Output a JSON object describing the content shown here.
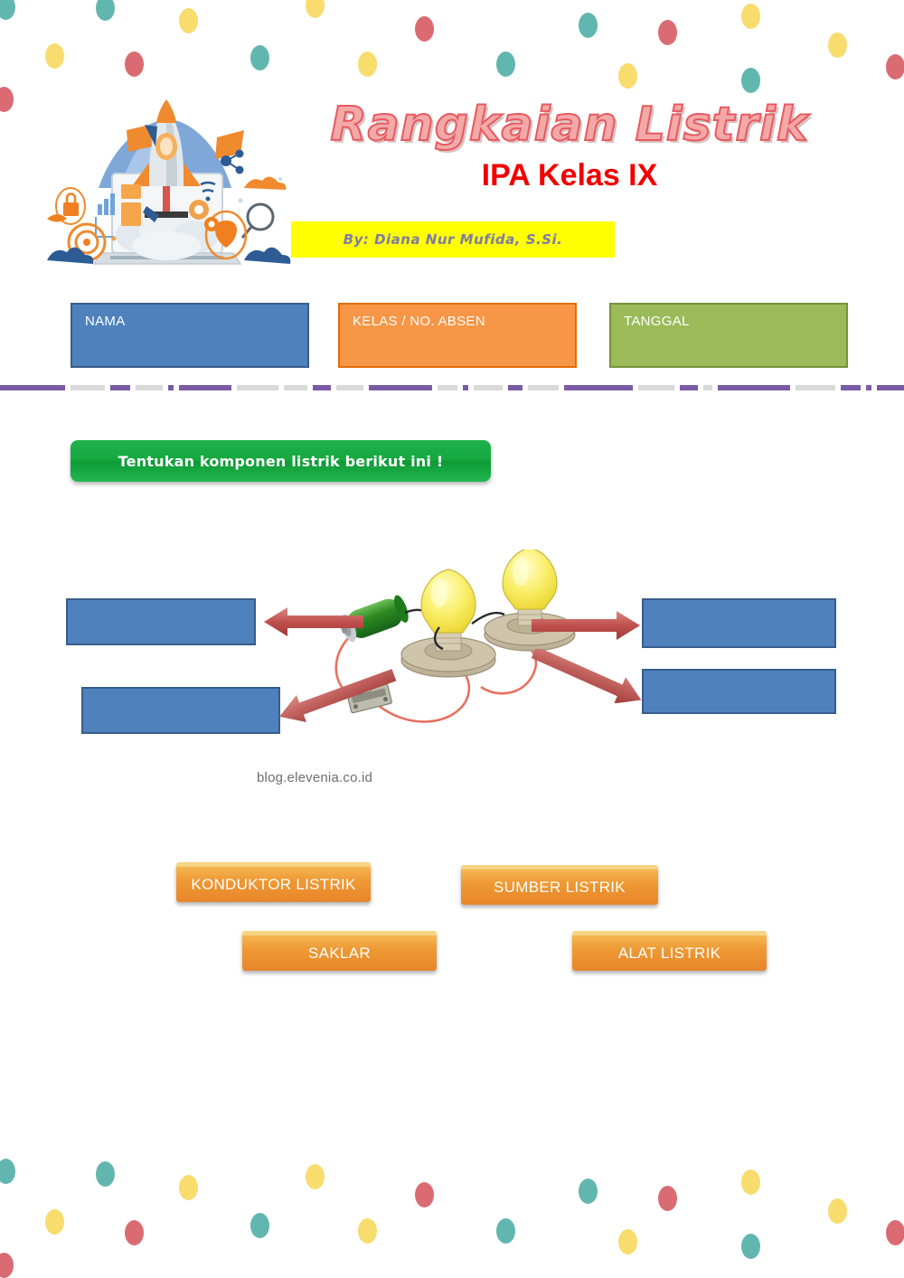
{
  "header": {
    "title": "Rangkaian Listrik",
    "subtitle": "IPA Kelas IX",
    "author": "By: Diana Nur Mufida, S.Si.",
    "illustration_name": "rocket-launch-laptop-illustration"
  },
  "identity_fields": [
    {
      "label": "NAMA",
      "value": "",
      "color": "#4F81BD"
    },
    {
      "label": "KELAS / NO. ABSEN",
      "value": "",
      "color": "#F79646"
    },
    {
      "label": "TANGGAL",
      "value": "",
      "color": "#9BBB59"
    }
  ],
  "instruction": {
    "text": "Tentukan komponen listrik berikut ini !",
    "color": "#22B14C"
  },
  "diagram": {
    "name": "electric-circuit-diagram",
    "watermark": "blog.elevenia.co.id",
    "components": [
      {
        "name": "battery",
        "color": "#2E7D32"
      },
      {
        "name": "lamp-left",
        "color": "#F7EC6B"
      },
      {
        "name": "lamp-right",
        "color": "#F7EC6B"
      },
      {
        "name": "switch",
        "color": "#8A8A7A"
      },
      {
        "name": "wire",
        "color": "#E8705F"
      }
    ],
    "arrows": [
      {
        "name": "arrow-to-battery-blank",
        "direction": "left"
      },
      {
        "name": "arrow-to-lamp-blank",
        "direction": "right"
      },
      {
        "name": "arrow-to-wire-blank",
        "direction": "down-right"
      },
      {
        "name": "arrow-to-switch-blank",
        "direction": "down-left"
      }
    ],
    "answer_blanks": [
      {
        "name": "blank-top-left",
        "value": ""
      },
      {
        "name": "blank-top-right",
        "value": ""
      },
      {
        "name": "blank-bottom-left",
        "value": ""
      },
      {
        "name": "blank-bottom-right",
        "value": ""
      }
    ]
  },
  "options": [
    {
      "label": "KONDUKTOR LISTRIK"
    },
    {
      "label": "SUMBER LISTRIK"
    },
    {
      "label": "SAKLAR"
    },
    {
      "label": "ALAT LISTRIK"
    }
  ],
  "decoration": {
    "confetti_colors": [
      "#F8DC6E",
      "#62B6B0",
      "#DB6B72"
    ],
    "divider_colors": [
      "#7B5BA6",
      "#D9D9D9"
    ]
  }
}
